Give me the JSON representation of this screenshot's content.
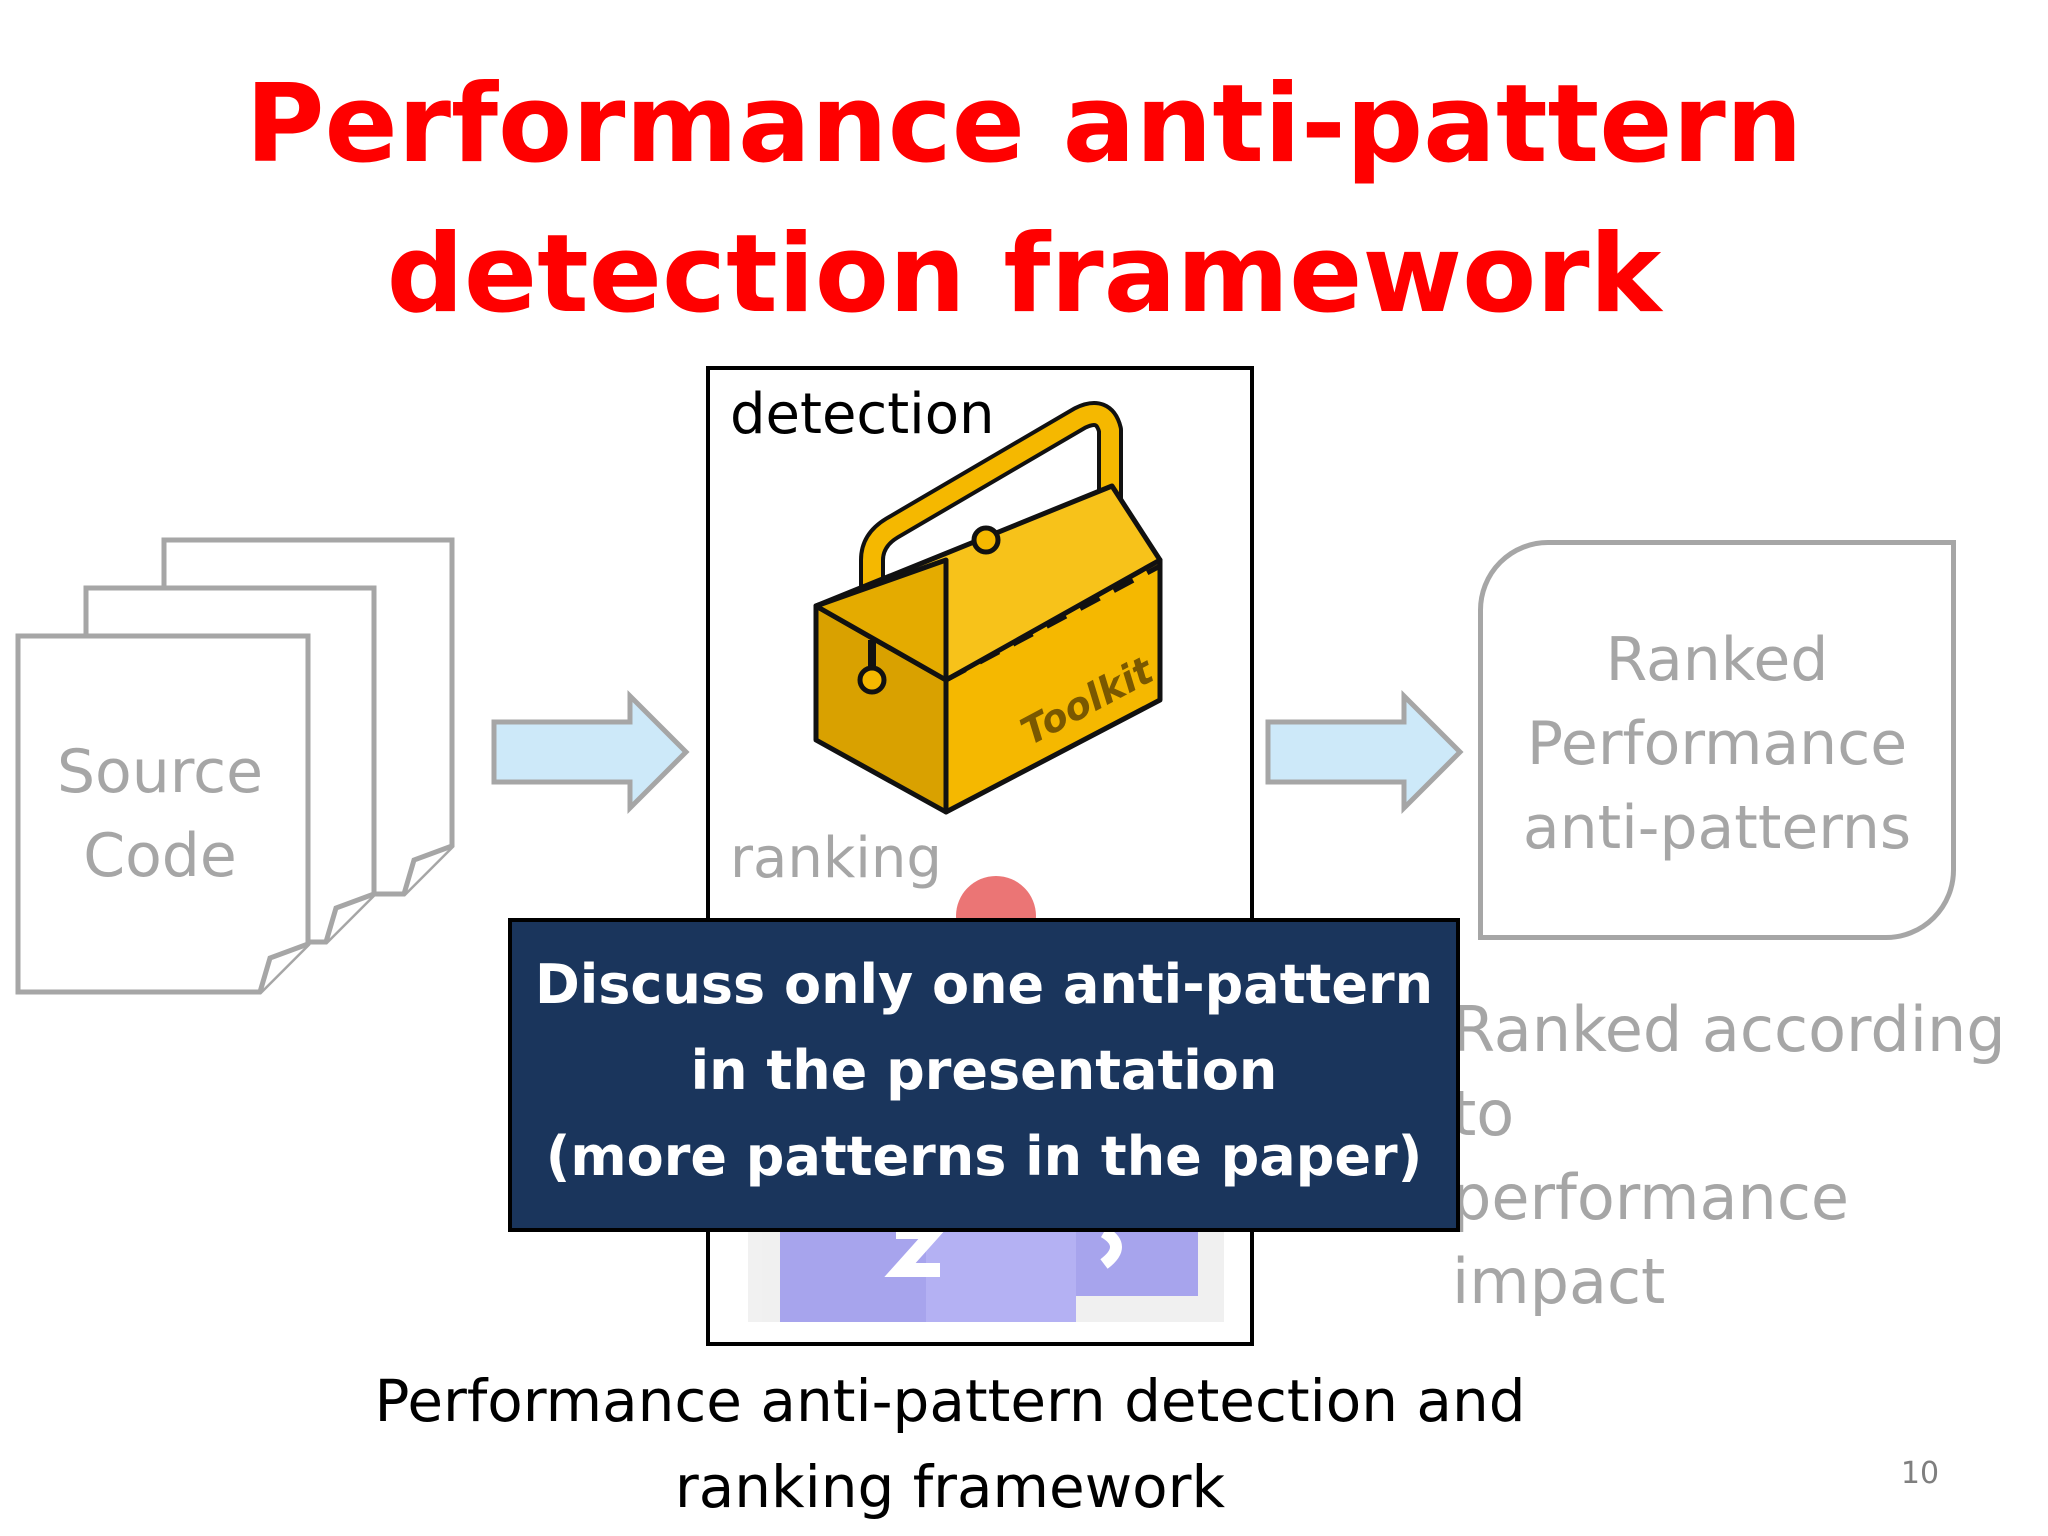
{
  "title": {
    "line1": "Performance anti-pattern",
    "line2": "detection framework"
  },
  "input": {
    "line1": "Source",
    "line2": "Code"
  },
  "framework": {
    "detection_label": "detection",
    "ranking_label": "ranking",
    "toolkit_text": "Toolkit"
  },
  "output": {
    "line1": "Ranked",
    "line2": "Performance",
    "line3": "anti-patterns"
  },
  "ranking_note": {
    "line1": "Ranked according to",
    "line2": "performance impact"
  },
  "callout": {
    "line1": "Discuss only one anti-pattern",
    "line2": "in the presentation",
    "line3": "(more patterns in the paper)"
  },
  "caption": {
    "line1": "Performance anti-pattern detection and",
    "line2": "ranking framework"
  },
  "slide_number": "10",
  "colors": {
    "title": "#ff0000",
    "callout_bg": "#1a355c",
    "arrow_fill": "#cde9f9",
    "toolbox": "#f5b800",
    "muted_gray": "#a6a6a6"
  }
}
